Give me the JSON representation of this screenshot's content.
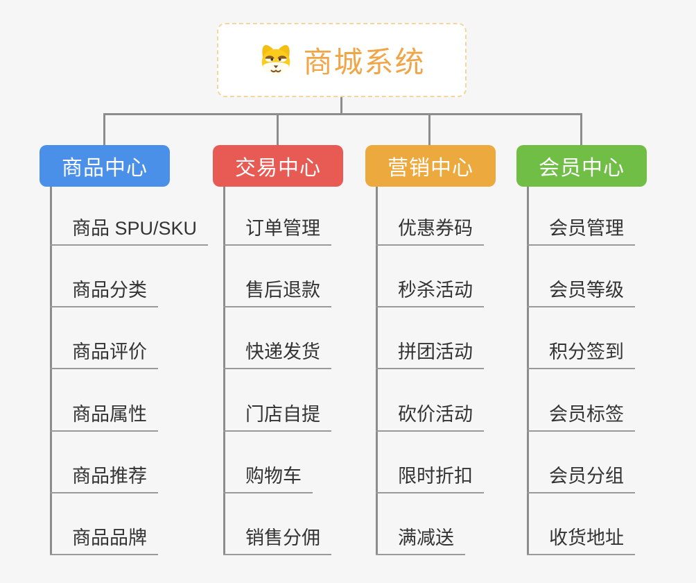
{
  "root": {
    "title": "商城系统",
    "icon": "dog-face-icon"
  },
  "branches": [
    {
      "label": "商品中心",
      "color": "#4A8FE8",
      "items": [
        "商品 SPU/SKU",
        "商品分类",
        "商品评价",
        "商品属性",
        "商品推荐",
        "商品品牌"
      ]
    },
    {
      "label": "交易中心",
      "color": "#E85B55",
      "items": [
        "订单管理",
        "售后退款",
        "快递发货",
        "门店自提",
        "购物车",
        "销售分佣"
      ]
    },
    {
      "label": "营销中心",
      "color": "#ECA93D",
      "items": [
        "优惠券码",
        "秒杀活动",
        "拼团活动",
        "砍价活动",
        "限时折扣",
        "满减送"
      ]
    },
    {
      "label": "会员中心",
      "color": "#71BE47",
      "items": [
        "会员管理",
        "会员等级",
        "积分签到",
        "会员标签",
        "会员分组",
        "收货地址"
      ]
    }
  ],
  "colors": {
    "background": "#F6F6F6",
    "connector": "#8C8C8C",
    "underline": "#999999",
    "leaf_text": "#333333",
    "branch_text": "#FFFFFF",
    "root_title": "#F0A648",
    "root_border": "#F4D59C",
    "root_bg": "#FFFFFF"
  }
}
